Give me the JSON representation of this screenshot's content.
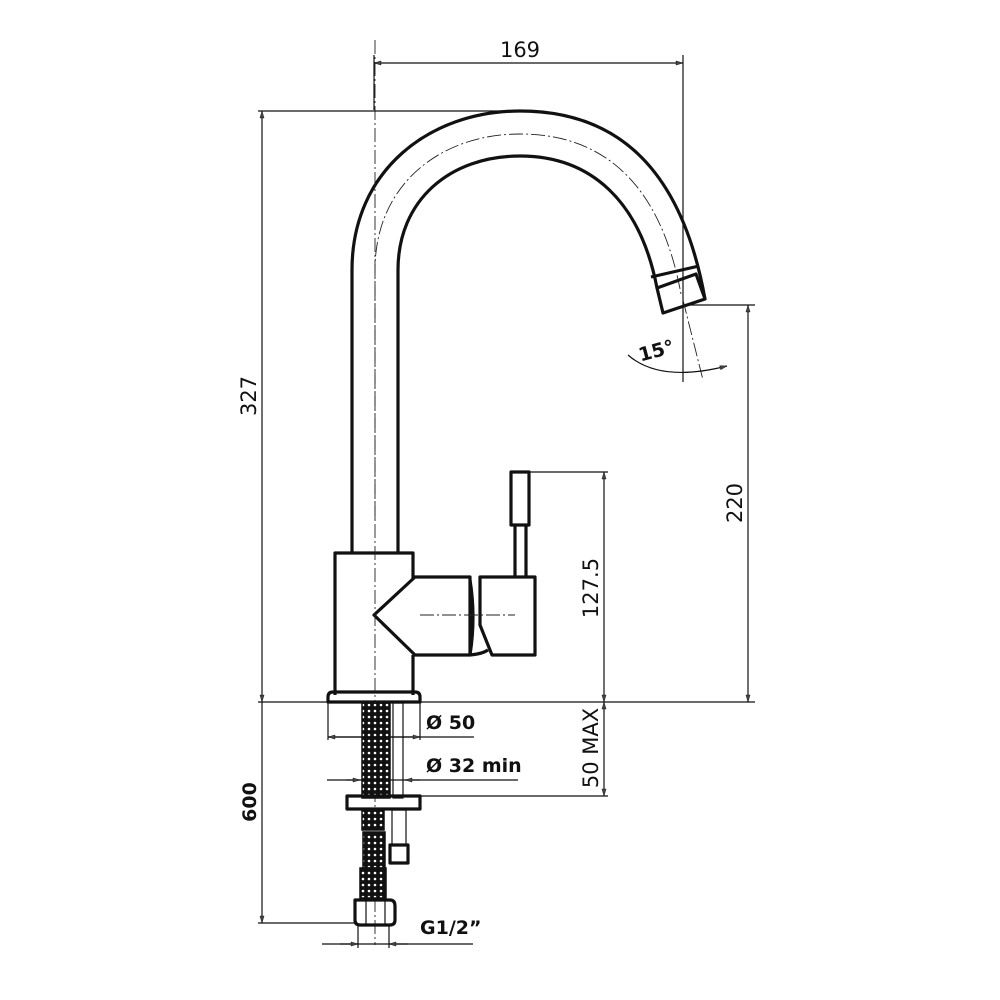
{
  "drawing": {
    "subject": "Single-lever swivel-spout kitchen faucet, side elevation",
    "units": "mm",
    "colors": {
      "line": "#111111",
      "background": "#ffffff"
    }
  },
  "dimensions": {
    "spout_reach": "169",
    "total_height": "327",
    "spout_outlet_height": "220",
    "lever_height": "127.5",
    "spout_tilt_angle": "15°",
    "base_diameter": "Ø 50",
    "hole_diameter": "Ø 32 min",
    "max_deck_thickness": "50 MAX",
    "hose_length": "600",
    "connection_thread": "G1/2”"
  }
}
